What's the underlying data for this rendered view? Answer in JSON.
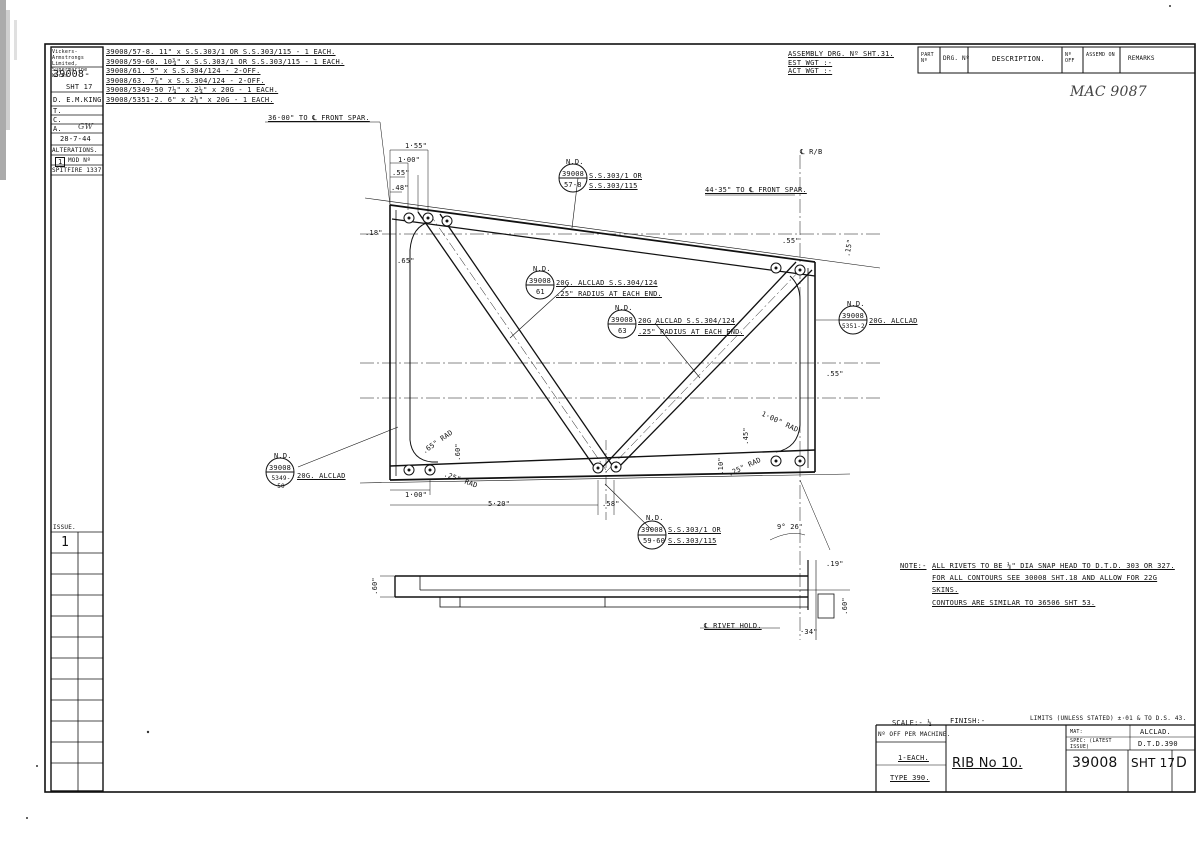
{
  "left_block": {
    "company": "Vickers-Armstrongs Limited, Supermarine Works",
    "drawing_no": "39008-",
    "sheet": "SHT 17",
    "drawn_by": "D. E.M.KING",
    "t_label": "T.",
    "c_label": "C.",
    "a_label": "A.",
    "a_sign": "GW",
    "date": "28-7-44",
    "alterations_label": "ALTERATIONS.",
    "mod_cell": "1",
    "mod_label": "MOD Nº",
    "aircraft": "SPITFIRE 1337",
    "issue_label": "ISSUE.",
    "issue_value": "1"
  },
  "parts_list": [
    "39008/57-8.  11\" x S.S.303/1  OR  S.S.303/115 - 1 EACH.",
    "39008/59-60. 10¾\" x S.S.303/1 OR S.S.303/115 - 1 EACH.",
    "39008/61.  5\" x S.S.304/124 - 2-OFF.",
    "39008/63.  7⅞\" x S.S.304/124 - 2-OFF.",
    "39008/5349-50 7¼\" x 2¼\" x 20G - 1 EACH.",
    "39008/5351-2.  6\" x 2⅛\" x 20G - 1 EACH."
  ],
  "assembly": {
    "line1": "ASSEMBLY DRG. Nº SHT.31.",
    "line2": "EST WGT :-",
    "line3": "ACT WGT :-"
  },
  "title_header": {
    "part_no": "PART Nº",
    "drg_no": "DRG. Nº",
    "description": "DESCRIPTION.",
    "no_off": "Nº OFF",
    "assemd_on": "ASSEMD ON",
    "remarks": "REMARKS"
  },
  "handwritten_ref": "MAC 9087",
  "dimensions": {
    "front_spar_1": "36·00\" TO ℄ FRONT SPAR.",
    "front_spar_2": "44·35\" TO ℄ FRONT SPAR.",
    "cl_rib": "℄ R/B",
    "d155": "1·55\"",
    "d100a": "1·00\"",
    "d55a": ".55\"",
    "d48": ".48\"",
    "d18": ".18\"",
    "d65": ".65\"",
    "d55b": ".55\"",
    "d15": ".15\"",
    "d55c": ".55\"",
    "d100b": "1·00\"",
    "d520": "5·20\"",
    "d58": ".58\"",
    "d60": ".60\"",
    "d45": ".45\"",
    "d10": ".10\"",
    "d1radA": ".65\" RAD",
    "d2radA": ".25\" RAD",
    "d1radB": "1·00\" RAD",
    "d2radB": ".25\" RAD",
    "angle": "9° 26'",
    "d19": ".19\"",
    "d60b": ".60\"",
    "d34": "·34\"",
    "d60c": ".60\"",
    "rivet_hold": "℄ RIVET HOLD."
  },
  "callouts": {
    "c1_nd": "N.D.",
    "c1_top": "39008",
    "c1_bot": "57-8",
    "c1_text1": "S.S.303/1  OR",
    "c1_text2": "S.S.303/115",
    "c2_nd": "N.D.",
    "c2_top": "39008",
    "c2_bot": "61",
    "c2_text1": "20G. ALCLAD S.S.304/124",
    "c2_text2": ".25\" RADIUS AT EACH END.",
    "c3_nd": "N.D.",
    "c3_top": "39008",
    "c3_bot": "63",
    "c3_text1": "20G ALCLAD S.S.304/124",
    "c3_text2": ".25\" RADIUS AT EACH END.",
    "c4_nd": "N.D.",
    "c4_top": "39008",
    "c4_bot": "5351-2",
    "c4_text": "20G. ALCLAD",
    "c5_nd": "N.D.",
    "c5_top": "39008",
    "c5_bot": "5349-50",
    "c5_text": "20G. ALCLAD",
    "c6_nd": "N.D.",
    "c6_top": "39008",
    "c6_bot": "59-60",
    "c6_text1": "S.S.303/1  OR",
    "c6_text2": "S.S.303/115"
  },
  "notes": {
    "label": "NOTE:-",
    "line1": "ALL RIVETS TO BE ⅛\" DIA SNAP HEAD TO D.T.D. 303 OR 327.",
    "line2": "FOR ALL CONTOURS SEE 30008 SHT.18 AND ALLOW FOR 22G",
    "line3": "SKINS.",
    "line4": "CONTOURS ARE SIMILAR TO 36506 SHT 53."
  },
  "title_block": {
    "scale": "SCALE:- ½",
    "finish": "FINISH:-",
    "limits": "LIMITS (UNLESS STATED) ±·01 & TO D.S. 43.",
    "qty_label": "Nº OFF PER MACHINE.",
    "qty": "1-EACH.",
    "type": "TYPE 390.",
    "title": "RIB No 10.",
    "mat_label": "MAT:",
    "mat": "ALCLAD.",
    "spec_label": "SPEC: (LATEST ISSUE)",
    "spec": "D.T.D.390",
    "drawing_no": "39008",
    "sheet": "SHT 17",
    "rev": "D"
  }
}
